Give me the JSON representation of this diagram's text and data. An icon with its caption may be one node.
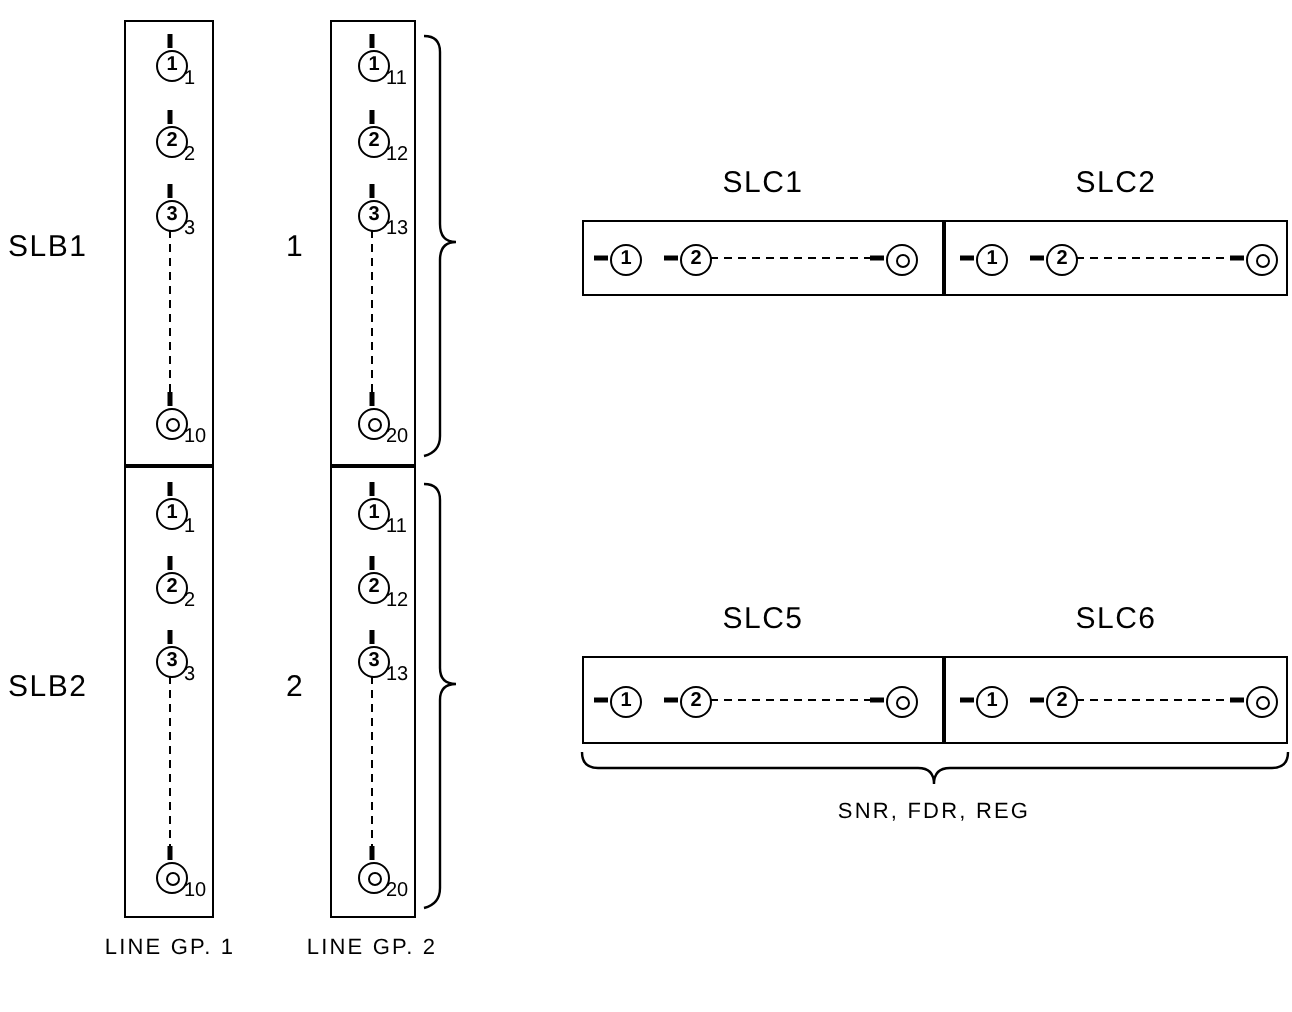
{
  "diagram": {
    "nodes": [
      {
        "text": [],
        "shape": "box",
        "beside": [
          "SLB1"
        ]
      },
      {
        "text": [
          "1"
        ],
        "in": 0,
        "beside": [
          "1"
        ]
      },
      {
        "text": [
          "2"
        ],
        "in": 0,
        "beside": [
          "2"
        ]
      },
      {
        "text": [
          "3"
        ],
        "in": 0,
        "beside": [
          "3"
        ]
      },
      {
        "text": [],
        "shape": "circle",
        "in": 0,
        "beside": [
          "10"
        ]
      },
      {
        "text": [],
        "shape": "box",
        "beside": [
          "1"
        ]
      },
      {
        "text": [
          "1"
        ],
        "in": 5,
        "beside": [
          "11"
        ]
      },
      {
        "text": [
          "2"
        ],
        "in": 5,
        "beside": [
          "12"
        ]
      },
      {
        "text": [
          "3"
        ],
        "in": 5,
        "beside": [
          "13"
        ]
      },
      {
        "text": [],
        "shape": "circle",
        "in": 5,
        "beside": [
          "20"
        ]
      },
      {
        "text": [],
        "shape": "box",
        "beside": [
          "SLC1"
        ]
      },
      {
        "text": [
          "1"
        ],
        "in": 10
      },
      {
        "text": [
          "2"
        ],
        "in": 10
      },
      {
        "text": [],
        "shape": "circle",
        "in": 10
      },
      {
        "text": [],
        "shape": "box",
        "beside": [
          "SLC2"
        ]
      },
      {
        "text": [
          "1"
        ],
        "in": 14
      },
      {
        "text": [
          "2"
        ],
        "in": 14
      },
      {
        "text": [],
        "shape": "circle",
        "in": 14
      },
      {
        "text": [],
        "shape": "box",
        "beside": [
          "SLB2"
        ]
      },
      {
        "text": [
          "1"
        ],
        "in": 18,
        "beside": [
          "1"
        ]
      },
      {
        "text": [
          "2"
        ],
        "in": 18,
        "beside": [
          "2"
        ]
      },
      {
        "text": [
          "3"
        ],
        "in": 18,
        "beside": [
          "3"
        ]
      },
      {
        "text": [],
        "shape": "circle",
        "in": 18,
        "beside": [
          "10"
        ]
      },
      {
        "text": [],
        "shape": "box",
        "beside": [
          "2"
        ]
      },
      {
        "text": [
          "1"
        ],
        "in": 23,
        "beside": [
          "11"
        ]
      },
      {
        "text": [
          "2"
        ],
        "in": 23,
        "beside": [
          "12"
        ]
      },
      {
        "text": [
          "3"
        ],
        "in": 23,
        "beside": [
          "13"
        ]
      },
      {
        "text": [],
        "shape": "circle",
        "in": 23,
        "beside": [
          "20"
        ]
      },
      {
        "text": [],
        "shape": "box",
        "beside": [
          "SLC5"
        ]
      },
      {
        "text": [
          "1"
        ],
        "in": 28
      },
      {
        "text": [
          "2"
        ],
        "in": 28
      },
      {
        "text": [],
        "shape": "circle",
        "in": 28
      },
      {
        "text": [],
        "shape": "box",
        "beside": [
          "SLC6"
        ]
      },
      {
        "text": [
          "1"
        ],
        "in": 32
      },
      {
        "text": [
          "2"
        ],
        "in": 32
      },
      {
        "text": [],
        "shape": "circle",
        "in": 32
      }
    ],
    "edges": [
      {
        "from": 3,
        "to": 4,
        "arrow": "none",
        "style": "dashed"
      },
      {
        "from": 8,
        "to": 9,
        "arrow": "none",
        "style": "dashed"
      },
      {
        "from": 12,
        "to": 13,
        "arrow": "none",
        "style": "dashed"
      },
      {
        "from": 16,
        "to": 17,
        "arrow": "none",
        "style": "dashed"
      },
      {
        "from": 21,
        "to": 22,
        "arrow": "none",
        "style": "dashed"
      },
      {
        "from": 26,
        "to": 27,
        "arrow": "none",
        "style": "dashed"
      },
      {
        "from": 30,
        "to": 31,
        "arrow": "none",
        "style": "dashed"
      },
      {
        "from": 34,
        "to": 35,
        "arrow": "none",
        "style": "dashed"
      }
    ],
    "labels": [
      "SNR, FDR, REG",
      "LINE GP. 1",
      "LINE GP. 2"
    ]
  }
}
